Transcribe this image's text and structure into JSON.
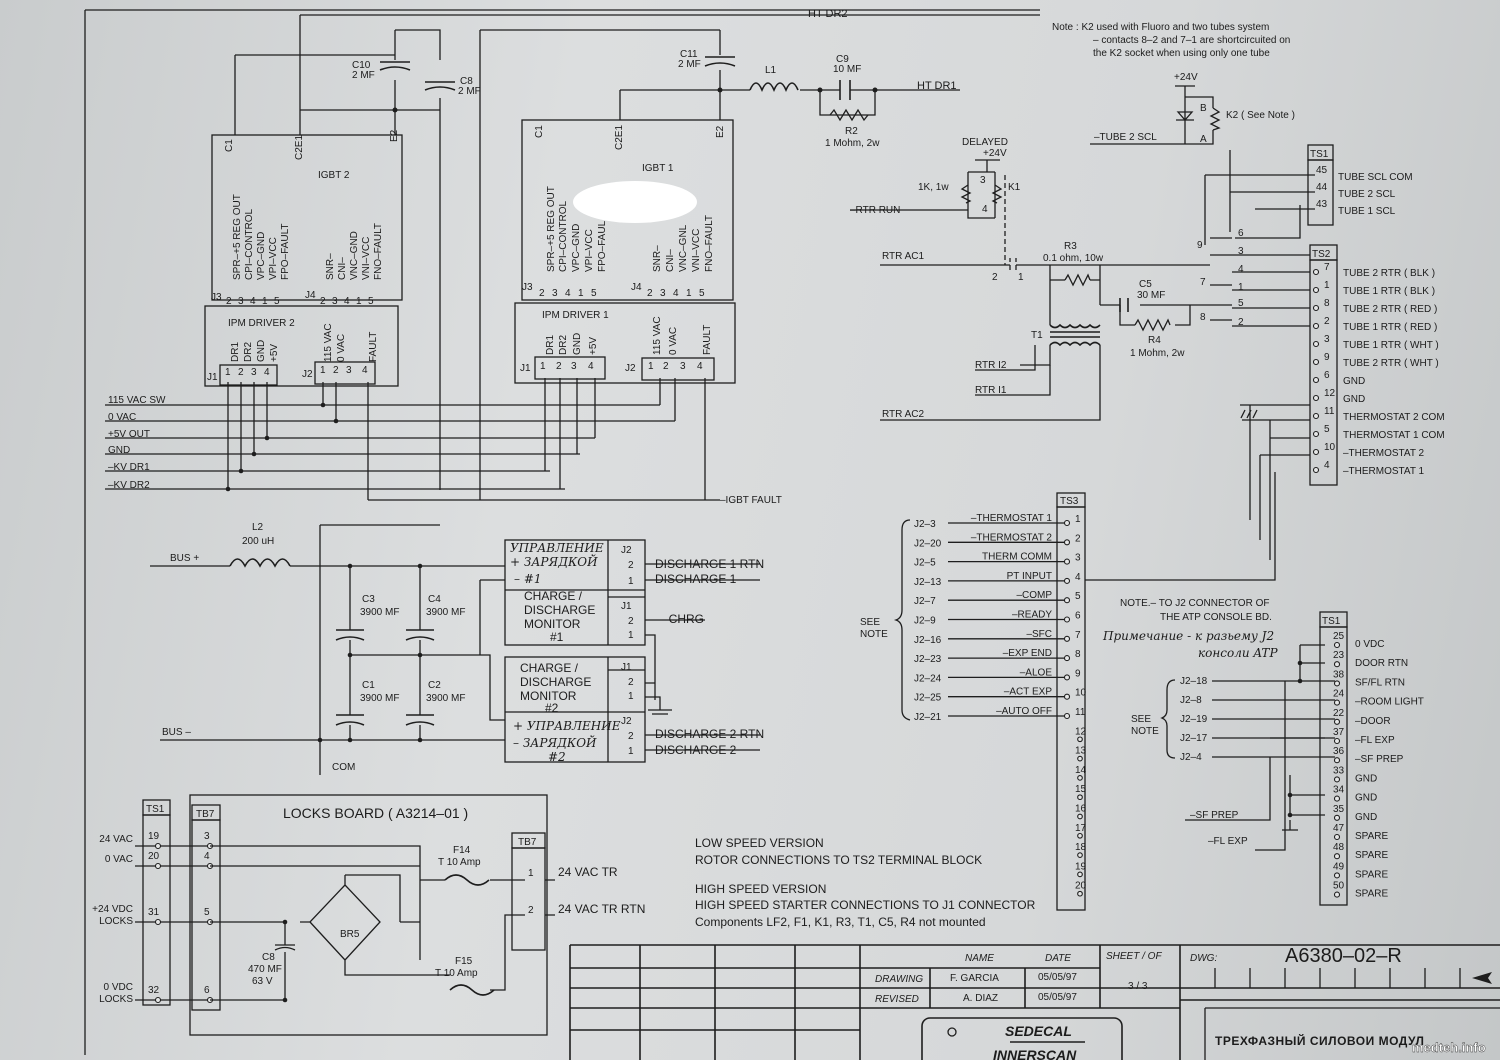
{
  "top": {
    "ht_dr2": "HT DR2",
    "ht_dr1": "HT DR1",
    "note": [
      "Note : K2 used with Fluoro and two tubes system",
      "– contacts 8–2 and 7–1 are shortcircuited on",
      "the K2 socket when using only one tube"
    ]
  },
  "caps": {
    "c10": "C10",
    "c10_val": "2 MF",
    "c8": "C8",
    "c8_val": "2 MF",
    "c11": "C11",
    "c11_val": "2 MF",
    "l1": "L1",
    "c9": "C9",
    "c9_val": "10 MF",
    "r2": "R2",
    "r2_val": "1 Mohm, 2w"
  },
  "igbt2": {
    "title": "IGBT 2",
    "c1": "C1",
    "c2e1": "C2E1",
    "e2": "E2",
    "j3": "J3",
    "j4": "J4",
    "j3_signals": [
      "SPR–+5 REG OUT",
      "CPI–CONTROL",
      "VPC–GND",
      "VPI–VCC",
      "FPO–FAULT"
    ],
    "j3_pins": [
      "2",
      "3",
      "4",
      "1",
      "5"
    ],
    "j4_signals": [
      "SNR–",
      "CNI–",
      "VNC–GND",
      "VNI–VCC",
      "FNO–FAULT"
    ],
    "j4_pins": [
      "2",
      "3",
      "4",
      "1",
      "5"
    ]
  },
  "driver2": {
    "title": "IPM DRIVER 2",
    "j1": "J1",
    "j2": "J2",
    "j1_signals": [
      "DR1",
      "DR2",
      "GND",
      "+5V"
    ],
    "j2_signals": [
      "115 VAC",
      "0 VAC",
      "FAULT"
    ],
    "pins": [
      "1",
      "2",
      "3",
      "4"
    ]
  },
  "igbt1": {
    "title": "IGBT 1",
    "c1": "C1",
    "c2e1": "C2E1",
    "e2": "E2",
    "j3": "J3",
    "j4": "J4",
    "j3_signals": [
      "SPR–+5 REG OUT",
      "CPI–CONTROL",
      "VPC–GND",
      "VPI–VCC",
      "FPO–FAUL"
    ],
    "j3_pins": [
      "2",
      "3",
      "4",
      "1",
      "5"
    ],
    "j4_signals": [
      "SNR–",
      "CNI–",
      "VNC–GNL",
      "VNI–VCC",
      "FNO–FAULT"
    ],
    "j4_pins": [
      "2",
      "3",
      "4",
      "1",
      "5"
    ]
  },
  "driver1": {
    "title": "IPM DRIVER 1",
    "j1": "J1",
    "j2": "J2",
    "j1_signals": [
      "DR1",
      "DR2",
      "GND",
      "+5V"
    ],
    "j2_signals": [
      "115 VAC",
      "0 VAC",
      "FAULT"
    ],
    "pins": [
      "1",
      "2",
      "3",
      "4"
    ]
  },
  "bus_signals": [
    "115 VAC SW",
    "0 VAC",
    "+5V OUT",
    "GND",
    "–KV DR1",
    "–KV DR2"
  ],
  "igbt_fault": "–IGBT FAULT",
  "power": {
    "l2": "L2",
    "l2_val": "200 uH",
    "bus_plus": "BUS +",
    "bus_minus": "BUS –",
    "com": "COM",
    "c3": "C3",
    "c3_val": "3900 MF",
    "c4": "C4",
    "c4_val": "3900 MF",
    "c1": "C1",
    "c1_val": "3900 MF",
    "c2": "C2",
    "c2_val": "3900 MF"
  },
  "monitor1": {
    "ru": [
      "УПРАВЛЕНИЕ",
      "+ ЗАРЯДКОЙ",
      "– #1"
    ],
    "title": [
      "CHARGE /",
      "DISCHARGE",
      "MONITOR",
      "#1"
    ],
    "j2": "J2",
    "j1": "J1",
    "pins": [
      "2",
      "1"
    ],
    "out": [
      "DISCHARGE 1 RTN",
      "DISCHARGE 1",
      "–CHRG"
    ]
  },
  "monitor2": {
    "ru": [
      "+ УПРАВЛЕНИЕ",
      "– ЗАРЯДКОЙ",
      "#2"
    ],
    "title": [
      "CHARGE /",
      "DISCHARGE",
      "MONITOR",
      "#2"
    ],
    "j2": "J2",
    "j1": "J1",
    "pins": [
      "2",
      "1"
    ],
    "out": [
      "DISCHARGE 2 RTN",
      "DISCHARGE 2"
    ]
  },
  "relays": {
    "delayed": "DELAYED",
    "v24": "+24V",
    "r1k": "1K, 1w",
    "k1": "K1",
    "k1_pins": [
      "3",
      "4",
      "2",
      "1"
    ],
    "rtr_run": "–RTR RUN",
    "rtr_ac1": "RTR AC1",
    "rtr_ac2": "RTR AC2",
    "r3": "R3",
    "r3_val": "0.1 ohm, 10w",
    "c5": "C5",
    "c5_val": "30 MF",
    "r4": "R4",
    "r4_val": "1 Mohm, 2w",
    "t1": "T1",
    "rtr_i2": "RTR I2",
    "rtr_i1": "RTR I1",
    "k2_v24": "+24V",
    "k2_b": "B",
    "k2_a": "A",
    "k2": "K2 ( See Note )",
    "tube2_scl": "–TUBE 2 SCL",
    "k2_contacts": [
      "6",
      "9",
      "3",
      "4",
      "7",
      "1",
      "5",
      "8",
      "2"
    ]
  },
  "ts1_top": {
    "title": "TS1",
    "rows": [
      {
        "pin": "45",
        "label": "TUBE SCL COM"
      },
      {
        "pin": "44",
        "label": "TUBE 2 SCL"
      },
      {
        "pin": "43",
        "label": "TUBE 1 SCL"
      }
    ]
  },
  "ts2": {
    "title": "TS2",
    "rows": [
      {
        "pin": "7",
        "label": "TUBE 2 RTR ( BLK )"
      },
      {
        "pin": "1",
        "label": "TUBE 1 RTR ( BLK )"
      },
      {
        "pin": "8",
        "label": "TUBE 2 RTR ( RED )"
      },
      {
        "pin": "2",
        "label": "TUBE 1 RTR ( RED )"
      },
      {
        "pin": "3",
        "label": "TUBE 1 RTR ( WHT )"
      },
      {
        "pin": "9",
        "label": "TUBE 2 RTR ( WHT )"
      },
      {
        "pin": "6",
        "label": "GND"
      },
      {
        "pin": "12",
        "label": "GND"
      },
      {
        "pin": "11",
        "label": "THERMOSTAT 2 COM"
      },
      {
        "pin": "5",
        "label": "THERMOSTAT 1 COM"
      },
      {
        "pin": "10",
        "label": "–THERMOSTAT 2"
      },
      {
        "pin": "4",
        "label": "–THERMOSTAT 1"
      }
    ]
  },
  "ts3": {
    "title": "TS3",
    "see_note": [
      "SEE",
      "NOTE"
    ],
    "rows": [
      {
        "pin": "1",
        "ref": "J2–3",
        "label": "–THERMOSTAT 1"
      },
      {
        "pin": "2",
        "ref": "J2–20",
        "label": "–THERMOSTAT 2"
      },
      {
        "pin": "3",
        "ref": "J2–5",
        "label": "THERM COMM"
      },
      {
        "pin": "4",
        "ref": "J2–13",
        "label": "PT INPUT"
      },
      {
        "pin": "5",
        "ref": "J2–7",
        "label": "–COMP"
      },
      {
        "pin": "6",
        "ref": "J2–9",
        "label": "–READY"
      },
      {
        "pin": "7",
        "ref": "J2–16",
        "label": "–SFC"
      },
      {
        "pin": "8",
        "ref": "J2–23",
        "label": "–EXP END"
      },
      {
        "pin": "9",
        "ref": "J2–24",
        "label": "–ALOE"
      },
      {
        "pin": "10",
        "ref": "J2–25",
        "label": "–ACT EXP"
      },
      {
        "pin": "11",
        "ref": "J2–21",
        "label": "–AUTO OFF"
      }
    ],
    "spare_pins": [
      "12",
      "13",
      "14",
      "15",
      "16",
      "17",
      "18",
      "19",
      "20"
    ]
  },
  "atp_note": {
    "en": [
      "NOTE.– TO J2 CONNECTOR OF",
      "THE ATP CONSOLE BD."
    ],
    "ru": [
      "Примечание - к разьему J2",
      "консоли ATP"
    ]
  },
  "ts1_bottom": {
    "title": "TS1",
    "see_note": [
      "SEE",
      "NOTE"
    ],
    "refs": [
      "J2–18",
      "J2–8",
      "J2–19",
      "J2–17",
      "J2–4"
    ],
    "sf_prep": "–SF PREP",
    "fl_exp": "–FL EXP",
    "rows": [
      {
        "pin": "25",
        "label": "0 VDC"
      },
      {
        "pin": "23",
        "label": "DOOR RTN"
      },
      {
        "pin": "38",
        "label": "SF/FL RTN"
      },
      {
        "pin": "24",
        "label": "–ROOM LIGHT"
      },
      {
        "pin": "22",
        "label": "–DOOR"
      },
      {
        "pin": "37",
        "label": "–FL EXP"
      },
      {
        "pin": "36",
        "label": "–SF PREP"
      },
      {
        "pin": "33",
        "label": "GND"
      },
      {
        "pin": "34",
        "label": "GND"
      },
      {
        "pin": "35",
        "label": "GND"
      },
      {
        "pin": "47",
        "label": "SPARE"
      },
      {
        "pin": "48",
        "label": "SPARE"
      },
      {
        "pin": "49",
        "label": "SPARE"
      },
      {
        "pin": "50",
        "label": "SPARE"
      }
    ]
  },
  "locks": {
    "title": "LOCKS BOARD ( A3214–01 )",
    "ts1": "TS1",
    "tb7": "TB7",
    "tb7_right": "TB7",
    "inputs": [
      {
        "pin": "19",
        "tb": "3",
        "label": [
          "24 VAC"
        ]
      },
      {
        "pin": "20",
        "tb": "4",
        "label": [
          "0 VAC"
        ]
      },
      {
        "pin": "31",
        "tb": "5",
        "label": [
          "+24 VDC",
          "LOCKS"
        ]
      },
      {
        "pin": "32",
        "tb": "6",
        "label": [
          "0 VDC",
          "LOCKS"
        ]
      }
    ],
    "f14": "F14",
    "f14_val": "T 10 Amp",
    "f15": "F15",
    "f15_val": "T 10 Amp",
    "br5": "BR5",
    "c8": "C8",
    "c8_val": [
      "470 MF",
      "63 V"
    ],
    "outputs": [
      {
        "pin": "1",
        "label": "24 VAC TR"
      },
      {
        "pin": "2",
        "label": "24 VAC TR RTN"
      }
    ]
  },
  "versions": {
    "low_title": "LOW SPEED VERSION",
    "low_text": "ROTOR CONNECTIONS TO TS2 TERMINAL BLOCK",
    "high_title": "HIGH SPEED VERSION",
    "high_text": "HIGH SPEED STARTER CONNECTIONS TO J1 CONNECTOR",
    "high_note": "Components LF2, F1, K1, R3, T1, C5, R4 not mounted"
  },
  "title_block": {
    "name_h": "NAME",
    "date_h": "DATE",
    "sheet_h": "SHEET / OF",
    "drawing": "DRAWING",
    "drawing_name": "F. GARCIA",
    "drawing_date": "05/05/97",
    "revised": "REVISED",
    "revised_name": "A. DIAZ",
    "revised_date": "05/05/97",
    "sheet": "3 / 3",
    "dwg_label": "DWG:",
    "dwg": "A6380–02–R",
    "company": "SEDECAL",
    "company2": "INNERSCAN",
    "title_ru": "ТРЕХФАЗНЫЙ  СИЛОВОИ  МОДУЛ",
    "watermark": "medteh.info"
  }
}
